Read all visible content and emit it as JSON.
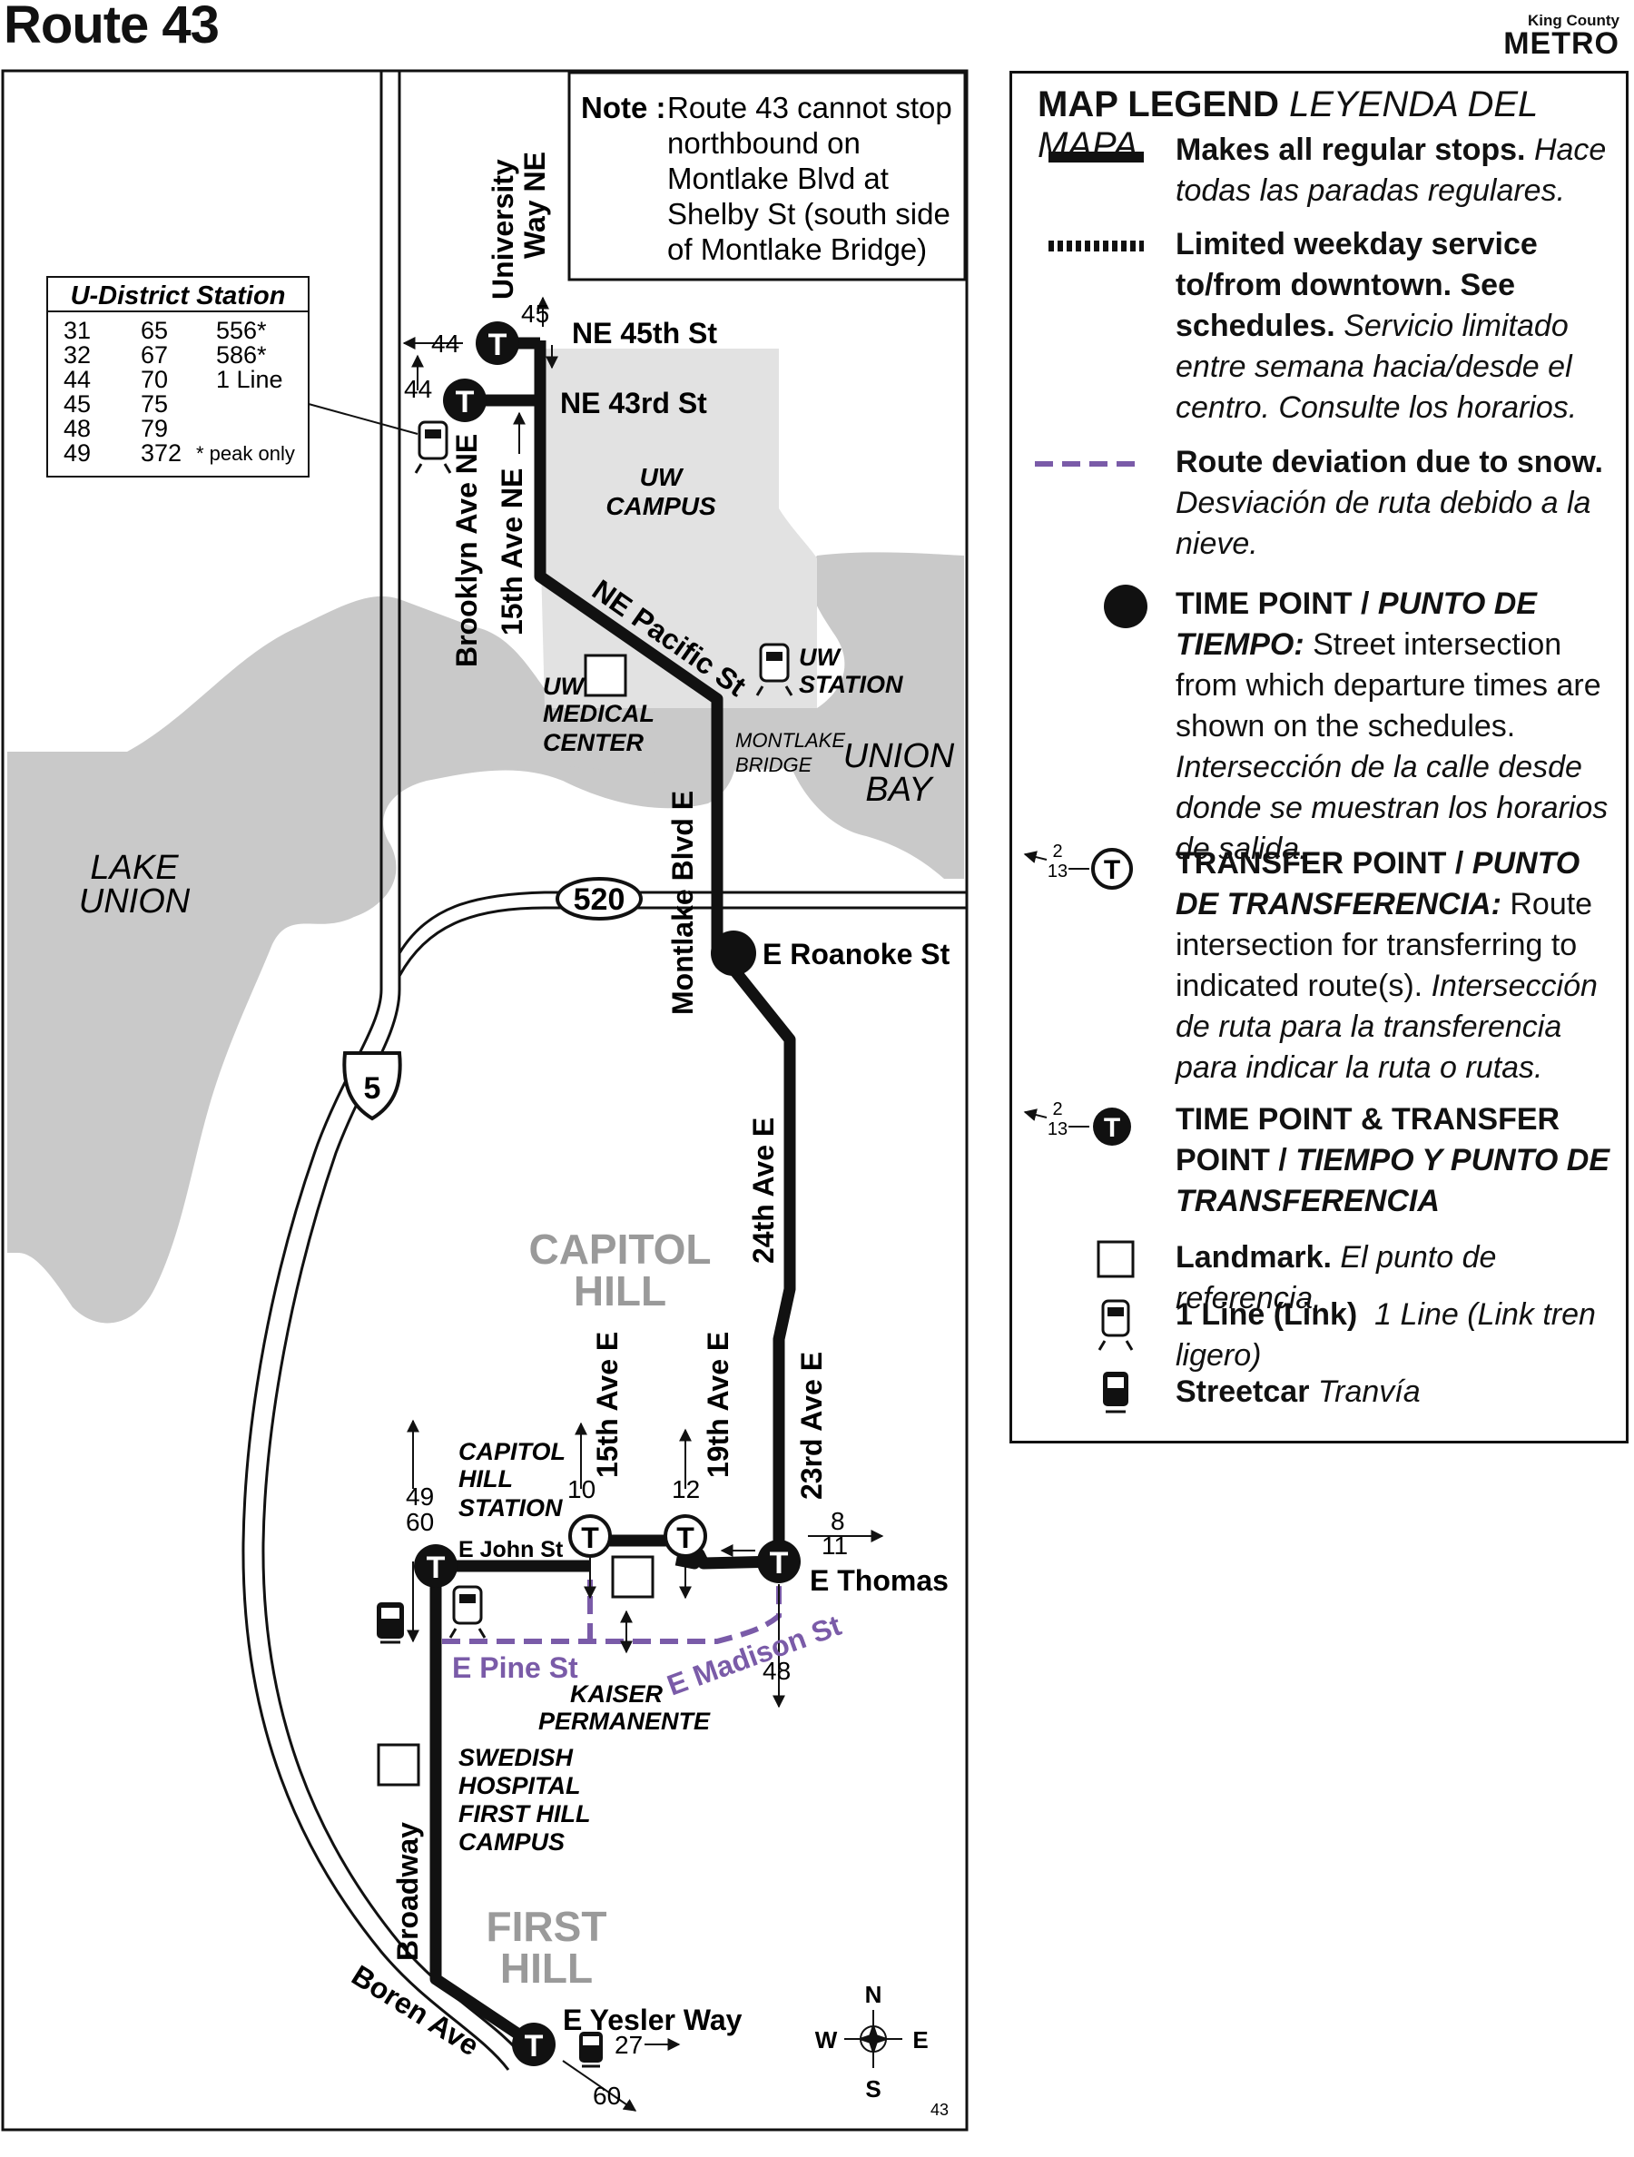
{
  "header": {
    "title": "Route 43",
    "logo_line1": "King County",
    "logo_line2": "METRO"
  },
  "note": {
    "label": "Note :",
    "lines": [
      "Route 43 cannot stop",
      "northbound on",
      "Montlake Blvd at",
      "Shelby St (south side",
      "of Montlake Bridge)"
    ]
  },
  "station_box": {
    "title": "U-District Station",
    "col1": [
      "31",
      "32",
      "44",
      "45",
      "48",
      "49"
    ],
    "col2": [
      "65",
      "67",
      "70",
      "75",
      "79",
      "372"
    ],
    "col3": [
      "556*",
      "586*",
      "1 Line"
    ],
    "footnote": "* peak only"
  },
  "areas": {
    "lake_union": [
      "LAKE",
      "UNION"
    ],
    "union_bay": [
      "UNION",
      "BAY"
    ],
    "uw_campus": [
      "UW",
      "CAMPUS"
    ],
    "capitol_hill": [
      "CAPITOL",
      "HILL"
    ],
    "first_hill": [
      "FIRST",
      "HILL"
    ]
  },
  "streets": {
    "university_way": [
      "University",
      "Way NE"
    ],
    "ne_45th": "NE 45th St",
    "ne_43rd": "NE 43rd St",
    "brooklyn": "Brooklyn Ave NE",
    "ave_15th_ne": "15th Ave NE",
    "ne_pacific": "NE Pacific St",
    "montlake": "Montlake Blvd E",
    "roanoke": "E Roanoke St",
    "ave_24th": "24th Ave E",
    "ave_15th_e": "15th Ave E",
    "ave_19th_e": "19th Ave E",
    "ave_23rd_e": "23rd Ave E",
    "e_john": "E John St",
    "e_thomas": "E Thomas",
    "e_pine": "E Pine St",
    "e_madison": "E Madison St",
    "broadway": "Broadway",
    "boren": "Boren Ave",
    "e_yesler": "E Yesler Way"
  },
  "landmarks": {
    "uw_station": [
      "UW",
      "STATION"
    ],
    "uw_medical": [
      "UW",
      "MEDICAL",
      "CENTER"
    ],
    "montlake_bridge": [
      "MONTLAKE",
      "BRIDGE"
    ],
    "capitol_hill_station": [
      "CAPITOL",
      "HILL",
      "STATION"
    ],
    "kaiser": [
      "KAISER",
      "PERMANENTE"
    ],
    "swedish": [
      "SWEDISH",
      "HOSPITAL",
      "FIRST HILL",
      "CAMPUS"
    ]
  },
  "highways": {
    "sr520": "520",
    "i5": "5"
  },
  "transfers": {
    "t45_44": "44",
    "t45_45": "45",
    "t43_44": "44",
    "broadway_49": "49",
    "broadway_60": "60",
    "t15_10": "10",
    "t19_12": "12",
    "t23_8": "8",
    "t23_11": "11",
    "t23_48": "48",
    "yesler_27": "27",
    "yesler_60": "60"
  },
  "stop_marker": "T",
  "compass": {
    "n": "N",
    "s": "S",
    "e": "E",
    "w": "W"
  },
  "page_number": "43",
  "legend": {
    "title_en": "MAP LEGEND",
    "title_es": "LEYENDA DEL MAPA",
    "regular_en": "Makes all regular stops.",
    "regular_es": "Hace todas las paradas regulares.",
    "limited_en": "Limited weekday service to/from downtown. See schedules.",
    "limited_es": "Servicio limitado entre semana hacia/desde el centro. Consulte los horarios.",
    "snow_en": "Route deviation due to snow.",
    "snow_es": "Desviación de ruta debido a la nieve.",
    "timepoint_en": "TIME POINT /",
    "timepoint_es_head": "PUNTO DE TIEMPO:",
    "timepoint_desc_en": "Street intersection from which departure times are shown on the schedules.",
    "timepoint_desc_es": "Intersección de la calle desde donde se muestran los horarios de salida.",
    "transfer_en": "TRANSFER POINT /",
    "transfer_es_head": "PUNTO DE TRANSFERENCIA:",
    "transfer_desc_en": "Route intersection for transferring to indicated route(s).",
    "transfer_desc_es": "Intersección de ruta para la transferencia para indicar la ruta o rutas.",
    "tp_transfer_en": "TIME POINT & TRANSFER POINT /",
    "tp_transfer_es": "TIEMPO Y PUNTO DE TRANSFERENCIA",
    "landmark_en": "Landmark.",
    "landmark_es": "El punto de referencia.",
    "link_en": "1 Line (Link)",
    "link_es": "1 Line (Link tren ligero)",
    "streetcar_en": "Streetcar",
    "streetcar_es": "Tranvía",
    "sym_2": "2",
    "sym_13": "13"
  },
  "colors": {
    "water": "#c9c9c9",
    "route": "#111111",
    "snow_deviation": "#7a5ba8",
    "area_label": "#9a9a9a"
  }
}
